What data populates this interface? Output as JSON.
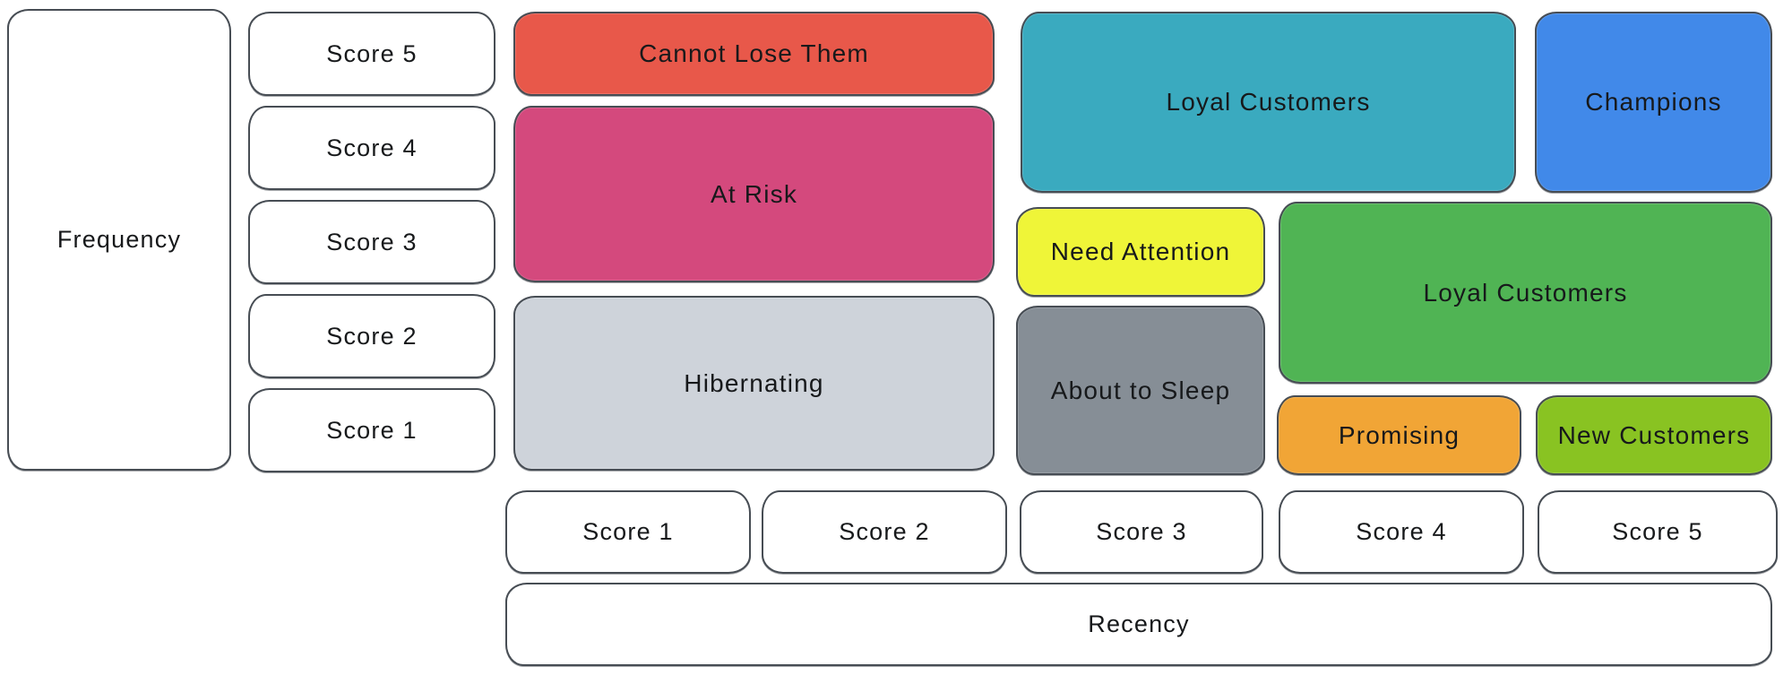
{
  "axes": {
    "frequency": {
      "label": "Frequency",
      "scores": [
        "Score 5",
        "Score 4",
        "Score 3",
        "Score 2",
        "Score 1"
      ]
    },
    "recency": {
      "label": "Recency",
      "scores": [
        "Score 1",
        "Score 2",
        "Score 3",
        "Score 4",
        "Score 5"
      ]
    }
  },
  "segments": {
    "cannot_lose_them": {
      "label": "Cannot Lose Them",
      "color": "#e8584a"
    },
    "at_risk": {
      "label": "At Risk",
      "color": "#d4497d"
    },
    "hibernating": {
      "label": "Hibernating",
      "color": "#ced3da"
    },
    "loyal_customers_teal": {
      "label": "Loyal Customers",
      "color": "#3aaabf"
    },
    "champions": {
      "label": "Champions",
      "color": "#4189e9"
    },
    "need_attention": {
      "label": "Need Attention",
      "color": "#eff538"
    },
    "loyal_customers_green": {
      "label": "Loyal Customers",
      "color": "#50b454"
    },
    "about_to_sleep": {
      "label": "About to Sleep",
      "color": "#868e96"
    },
    "promising": {
      "label": "Promising",
      "color": "#f1a536"
    },
    "new_customers": {
      "label": "New Customers",
      "color": "#89c322"
    }
  },
  "styles": {
    "axis_box_color": "#ffffff",
    "outline_color": "#474d54",
    "text_color": "#17191b"
  }
}
